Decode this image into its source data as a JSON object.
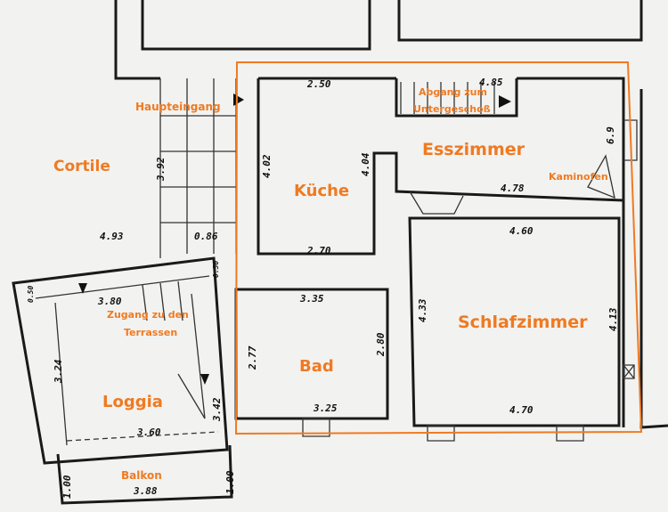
{
  "accent_color": "#ef7a22",
  "rooms": {
    "haupteingang": "Haupteingang",
    "cortile": "Cortile",
    "abgang_line1": "Abgang zum",
    "abgang_line2": "Untergeschoß",
    "esszimmer": "Esszimmer",
    "kaminofen": "Kaminofen",
    "kueche": "Küche",
    "zugang_line1": "Zugang zu den",
    "zugang_line2": "Terrassen",
    "schlafzimmer": "Schlafzimmer",
    "bad": "Bad",
    "loggia": "Loggia",
    "balkon": "Balkon"
  },
  "dimensions": {
    "kueche_top": "2.50",
    "stairs_top": "4.85",
    "entrance_height": "3.92",
    "kueche_left": "4.02",
    "kueche_right": "4.04",
    "esszimmer_right": "6.9",
    "esszimmer_bottom": "4.78",
    "cortile": "4.93",
    "entrance_step": "0.86",
    "kueche_bottom": "2.70",
    "schlaf_top": "4.60",
    "loggia_top": "3.80",
    "bad_top": "3.35",
    "schlaf_left": "4.33",
    "schlaf_right": "4.13",
    "loggia_left": "3.24",
    "bad_left": "2.77",
    "bad_right": "2.80",
    "loggia_right": "3.42",
    "bad_bottom": "3.25",
    "schlaf_bottom": "4.70",
    "loggia_bottom": "3.60",
    "balkon_bottom": "3.88",
    "balkon_left": "1.00",
    "balkon_right": "1.00",
    "wall_a": "0.50",
    "wall_b": "0.50"
  }
}
